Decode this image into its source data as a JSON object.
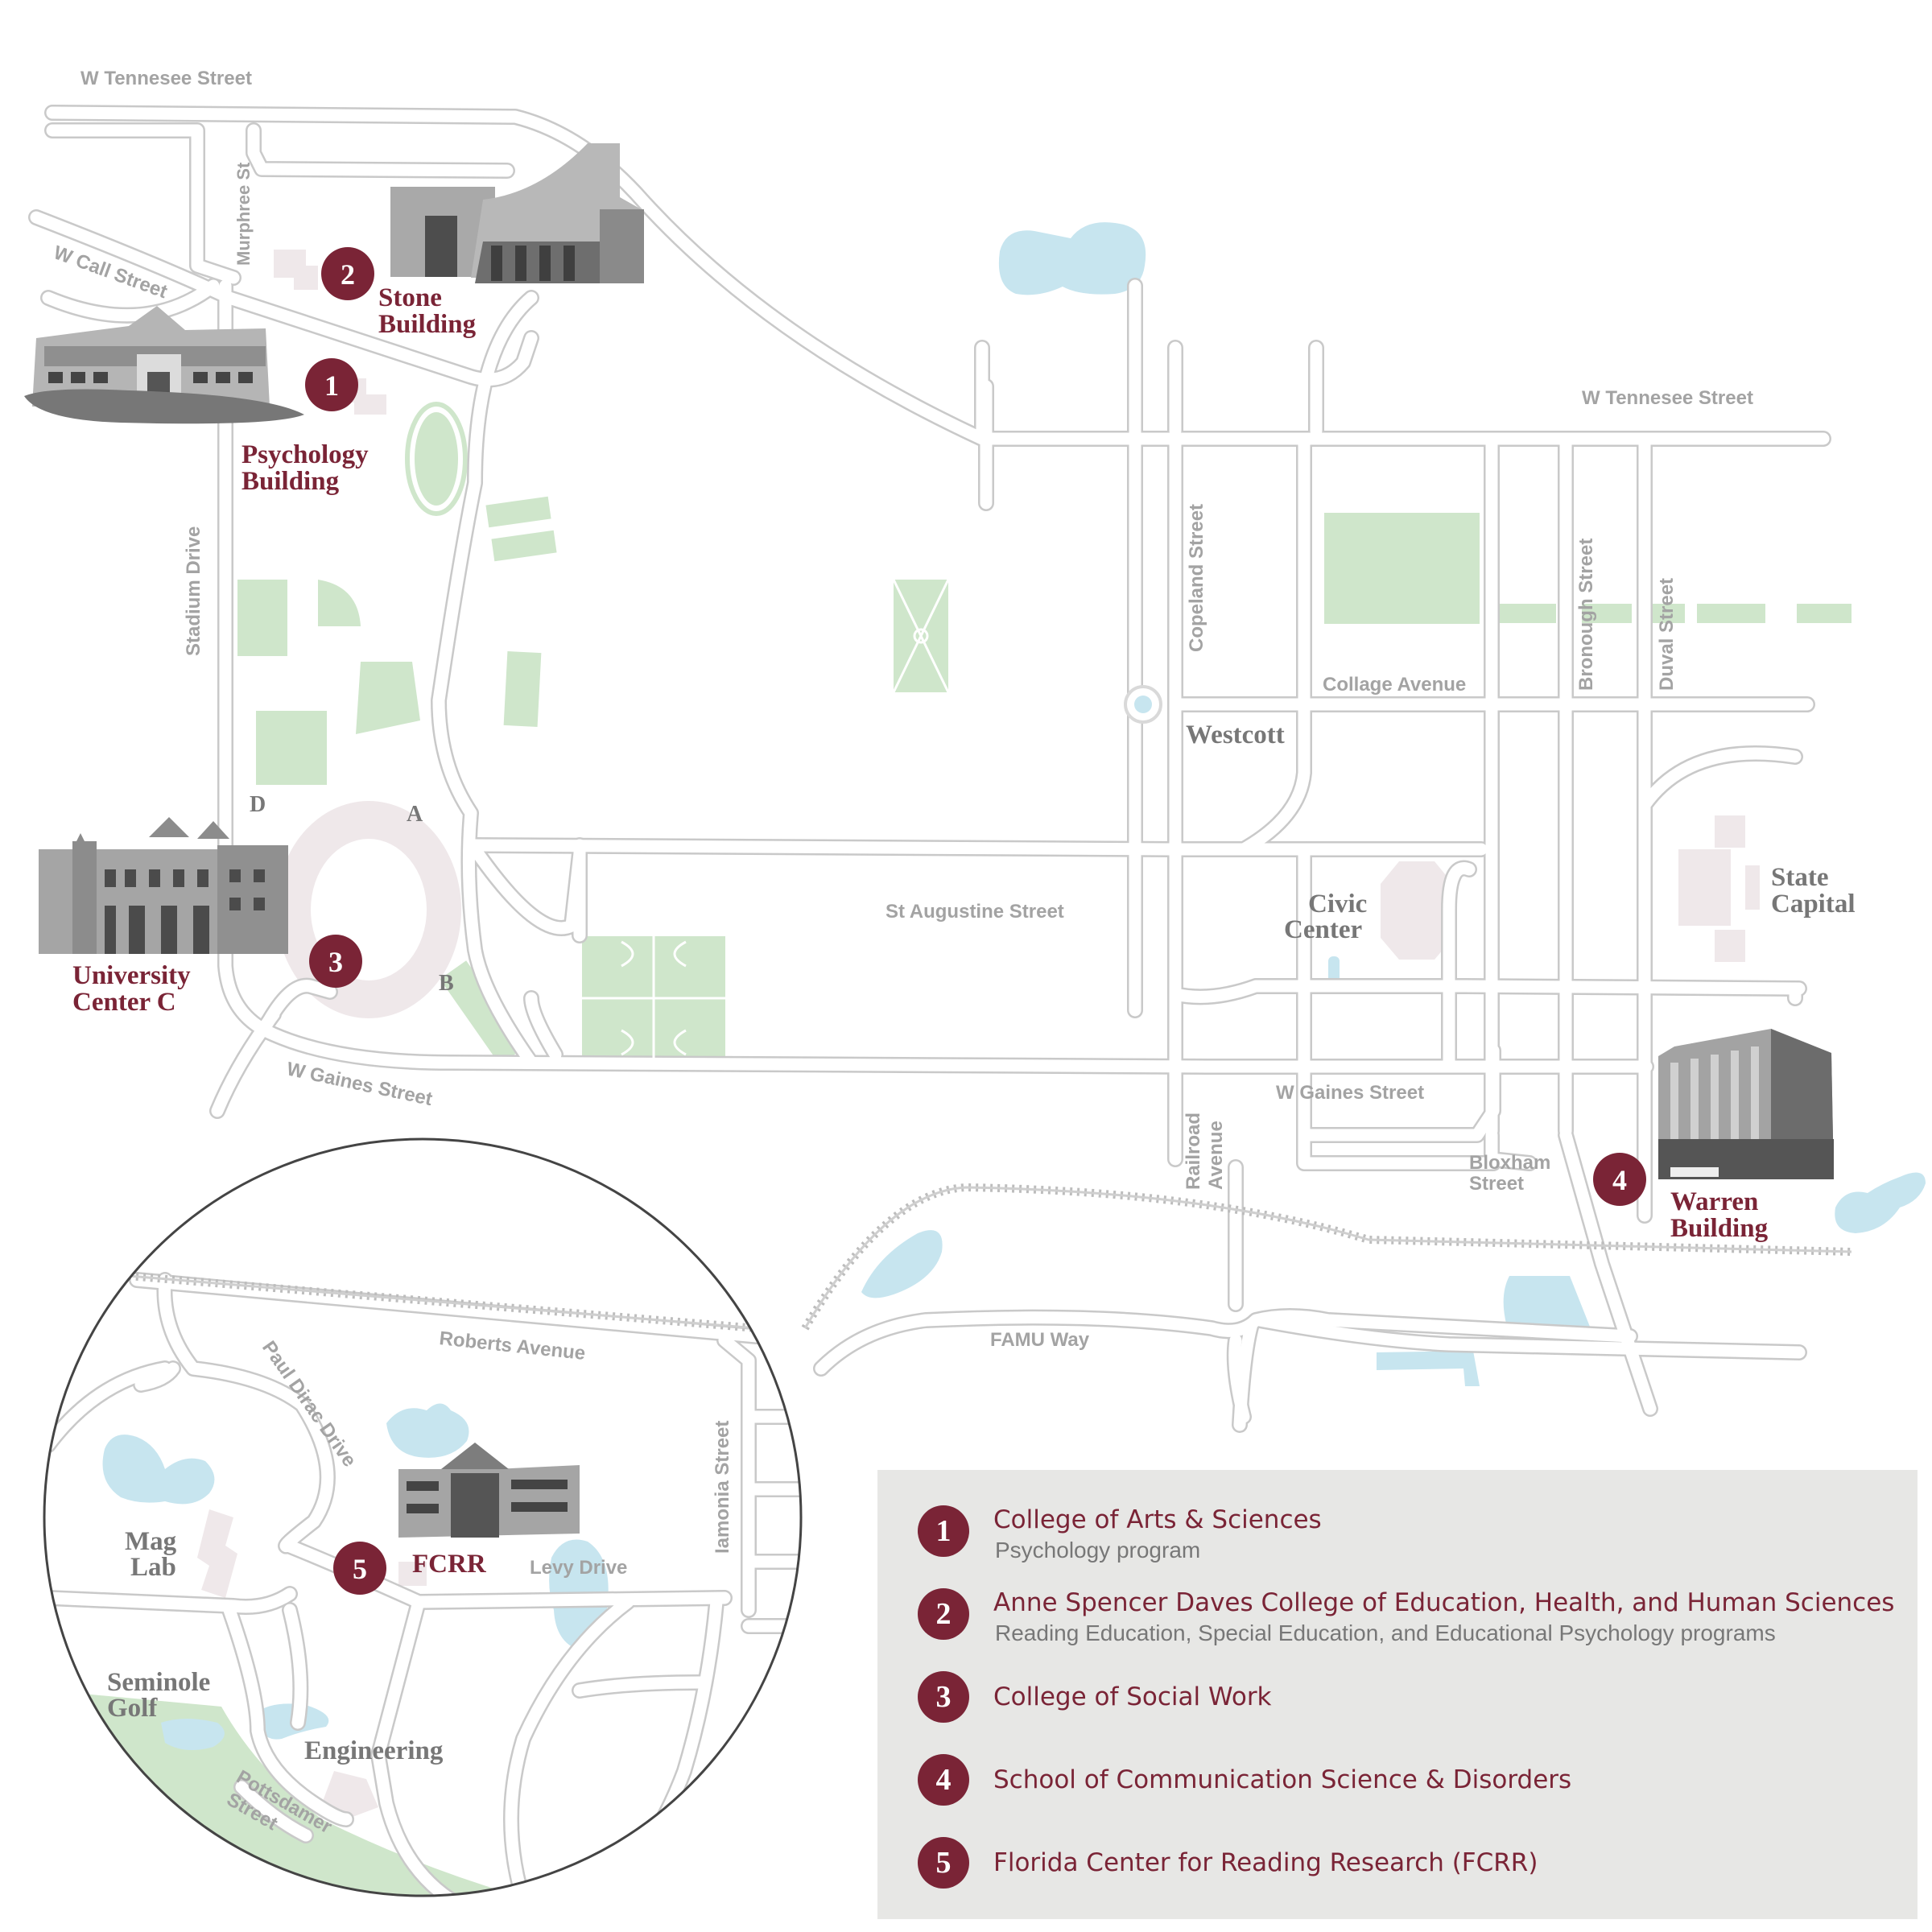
{
  "streets": {
    "w_tennesee_top": "W Tennesee Street",
    "w_tennesee_right": "W Tennesee Street",
    "murphree": "Murphree St",
    "w_call": "W Call Street",
    "stadium_drive": "Stadium Drive",
    "copeland": "Copeland Street",
    "collage_avenue": "Collage Avenue",
    "bronough": "Bronough Street",
    "duval": "Duval Street",
    "st_augustine": "St Augustine Street",
    "w_gaines_left": "W Gaines Street",
    "w_gaines_right": "W Gaines Street",
    "railroad_line1": "Railroad",
    "railroad_line2": "Avenue",
    "bloxham_line1": "Bloxham",
    "bloxham_line2": "Street",
    "famu_way": "FAMU Way",
    "roberts_avenue": "Roberts Avenue",
    "paul_dirac": "Paul Dirac Drive",
    "iamonia": "Iamonia Street",
    "levy_drive": "Levy Drive",
    "pottsdamer_line1": "Pottsdamer",
    "pottsdamer_line2": "Street"
  },
  "places": {
    "westcott": "Westcott",
    "civic_line1": "Civic",
    "civic_line2": "Center",
    "state_line1": "State",
    "state_line2": "Capital",
    "mag_line1": "Mag",
    "mag_line2": "Lab",
    "seminole_line1": "Seminole",
    "seminole_line2": "Golf",
    "engineering": "Engineering"
  },
  "stadium_letters": {
    "a": "A",
    "b": "B",
    "d": "D"
  },
  "buildings": {
    "stone_line1": "Stone",
    "stone_line2": "Building",
    "psych_line1": "Psychology",
    "psych_line2": "Building",
    "ucc_line1": "University",
    "ucc_line2": "Center C",
    "warren_line1": "Warren",
    "warren_line2": "Building",
    "fcrr": "FCRR"
  },
  "markers": [
    "1",
    "2",
    "3",
    "4",
    "5"
  ],
  "legend": [
    {
      "number": "1",
      "title": "College of Arts & Sciences",
      "subtitle": "Psychology program"
    },
    {
      "number": "2",
      "title": "Anne Spencer Daves College of Education, Health, and Human Sciences",
      "subtitle": "Reading Education, Special Education, and Educational Psychology programs"
    },
    {
      "number": "3",
      "title": "College of Social Work",
      "subtitle": ""
    },
    {
      "number": "4",
      "title": "School of Communication Science & Disorders",
      "subtitle": ""
    },
    {
      "number": "5",
      "title": "Florida Center for Reading Research (FCRR)",
      "subtitle": ""
    }
  ],
  "colors": {
    "accent_maroon": "#7a2436",
    "road_outline": "#c9c9c9",
    "park_green": "#cfe6cb",
    "water_blue": "#c7e5ef",
    "legend_background": "#e7e7e5",
    "label_gray": "#a3a3a3"
  }
}
